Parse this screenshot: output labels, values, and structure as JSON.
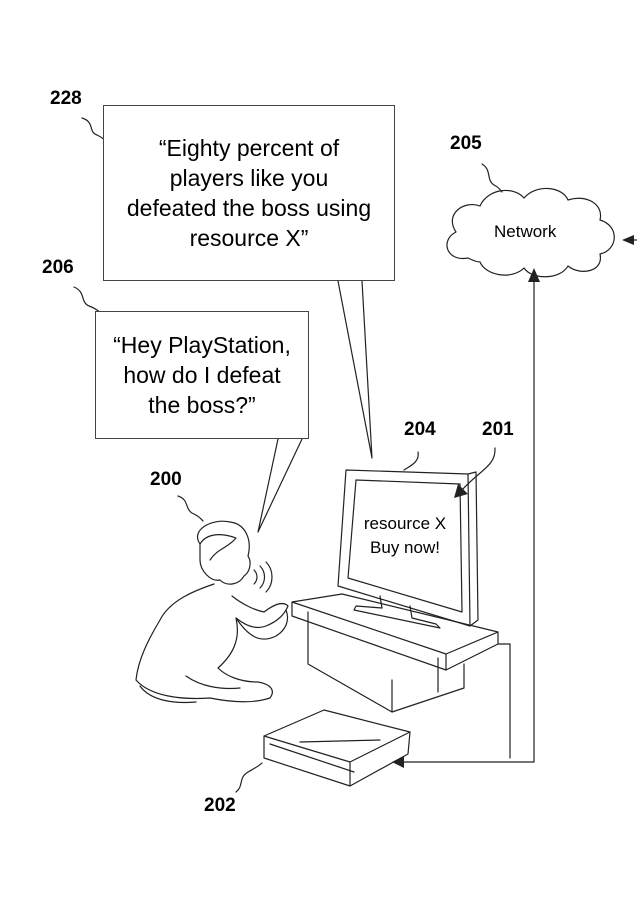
{
  "speech_228": {
    "lines": [
      "“Eighty percent of",
      "players like you",
      "defeated the boss using",
      "resource X”"
    ]
  },
  "speech_206": {
    "lines": [
      "“Hey PlayStation,",
      "how do I defeat",
      "the boss?”"
    ]
  },
  "network": {
    "label": "Network"
  },
  "screen": {
    "lines": [
      "resource X",
      "Buy now!"
    ]
  },
  "refs": {
    "network": "205",
    "speech_228": "228",
    "speech_206": "206",
    "display": "204",
    "offer": "201",
    "user": "200",
    "console": "202"
  }
}
